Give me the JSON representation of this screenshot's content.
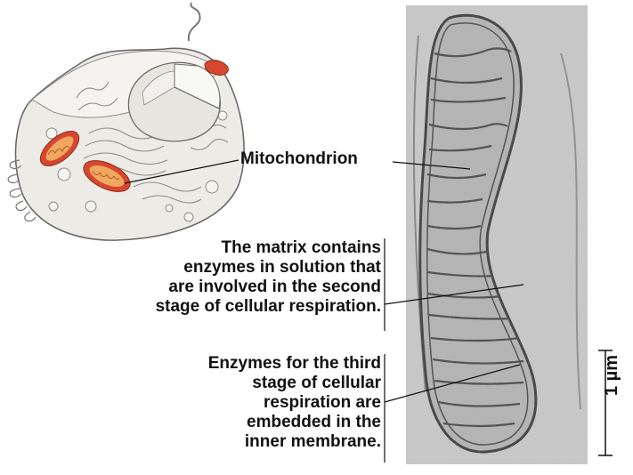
{
  "figure": {
    "cell_illustration": {
      "organelle_color": "#d7472f",
      "cytoplasm_color": "#ecebe6",
      "membrane_color": "#666666"
    },
    "micrograph": {
      "background_color": "#c9c9c9",
      "membrane_color": "#3e3e3e"
    }
  },
  "labels": {
    "mitochondrion": "Mitochondrion",
    "matrix_lines": [
      "The matrix contains",
      "enzymes in solution that",
      "are involved in the second",
      "stage of cellular respiration."
    ],
    "inner_membrane_lines": [
      "Enzymes for the third",
      "stage of cellular",
      "respiration are",
      "embedded in the",
      "inner membrane."
    ]
  },
  "scale_bar": {
    "label": "1 µm"
  }
}
